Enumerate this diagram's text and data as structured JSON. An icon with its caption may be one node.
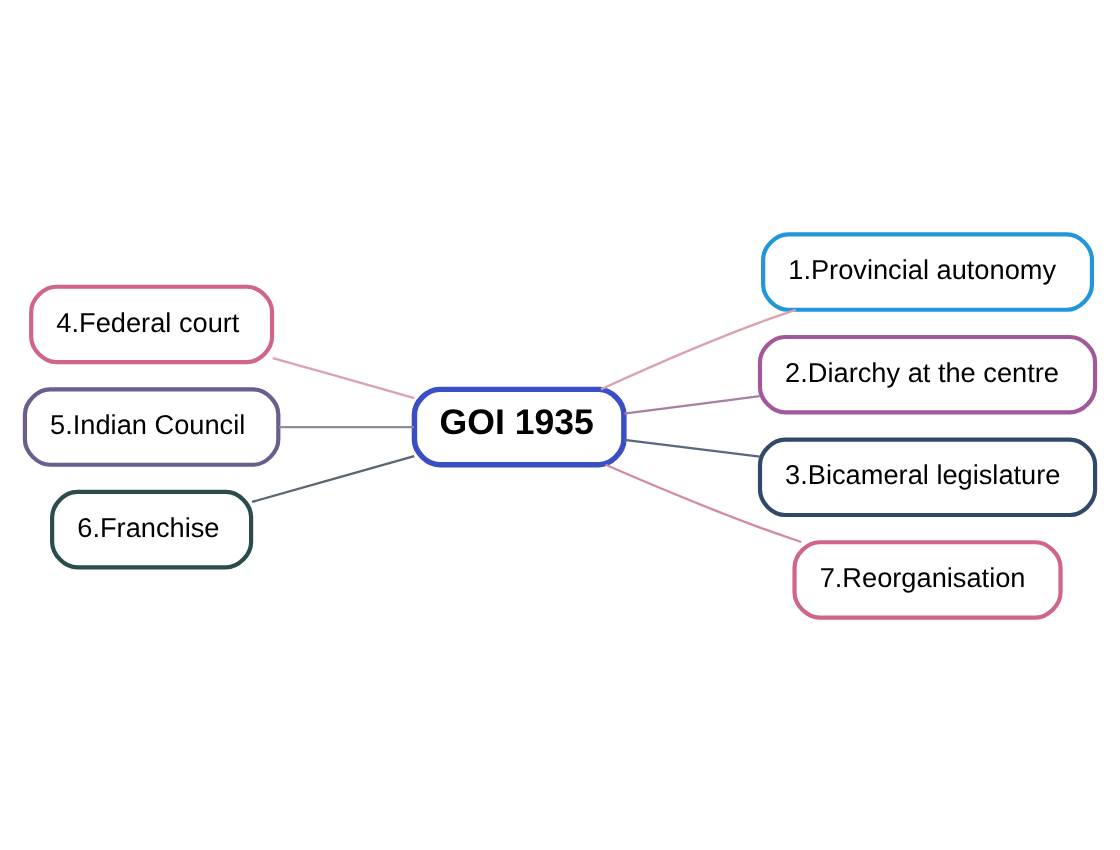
{
  "diagram": {
    "nodes": [
      {
        "text": [
          "GOI 1935"
        ]
      },
      {
        "text": [
          "1.Provincial autonomy"
        ]
      },
      {
        "text": [
          "2.Diarchy at the centre"
        ]
      },
      {
        "text": [
          "3.Bicameral legislature"
        ]
      },
      {
        "text": [
          "4.Federal court"
        ]
      },
      {
        "text": [
          "5.Indian Council"
        ]
      },
      {
        "text": [
          "6.Franchise"
        ]
      },
      {
        "text": [
          "7.Reorganisation"
        ]
      }
    ],
    "edges": [
      {
        "from": 0,
        "to": 1,
        "arrow": "none",
        "color": "#d9a3ad"
      },
      {
        "from": 0,
        "to": 2,
        "arrow": "none",
        "color": "#a97fa3"
      },
      {
        "from": 0,
        "to": 3,
        "arrow": "none",
        "color": "#5b6680"
      },
      {
        "from": 4,
        "to": 0,
        "arrow": "none",
        "color": "#d9a3ad"
      },
      {
        "from": 5,
        "to": 0,
        "arrow": "none",
        "color": "#8f8c9c"
      },
      {
        "from": 6,
        "to": 0,
        "arrow": "none",
        "color": "#5c6670"
      },
      {
        "from": 0,
        "to": 7,
        "arrow": "none",
        "color": "#d28aa2"
      }
    ]
  }
}
